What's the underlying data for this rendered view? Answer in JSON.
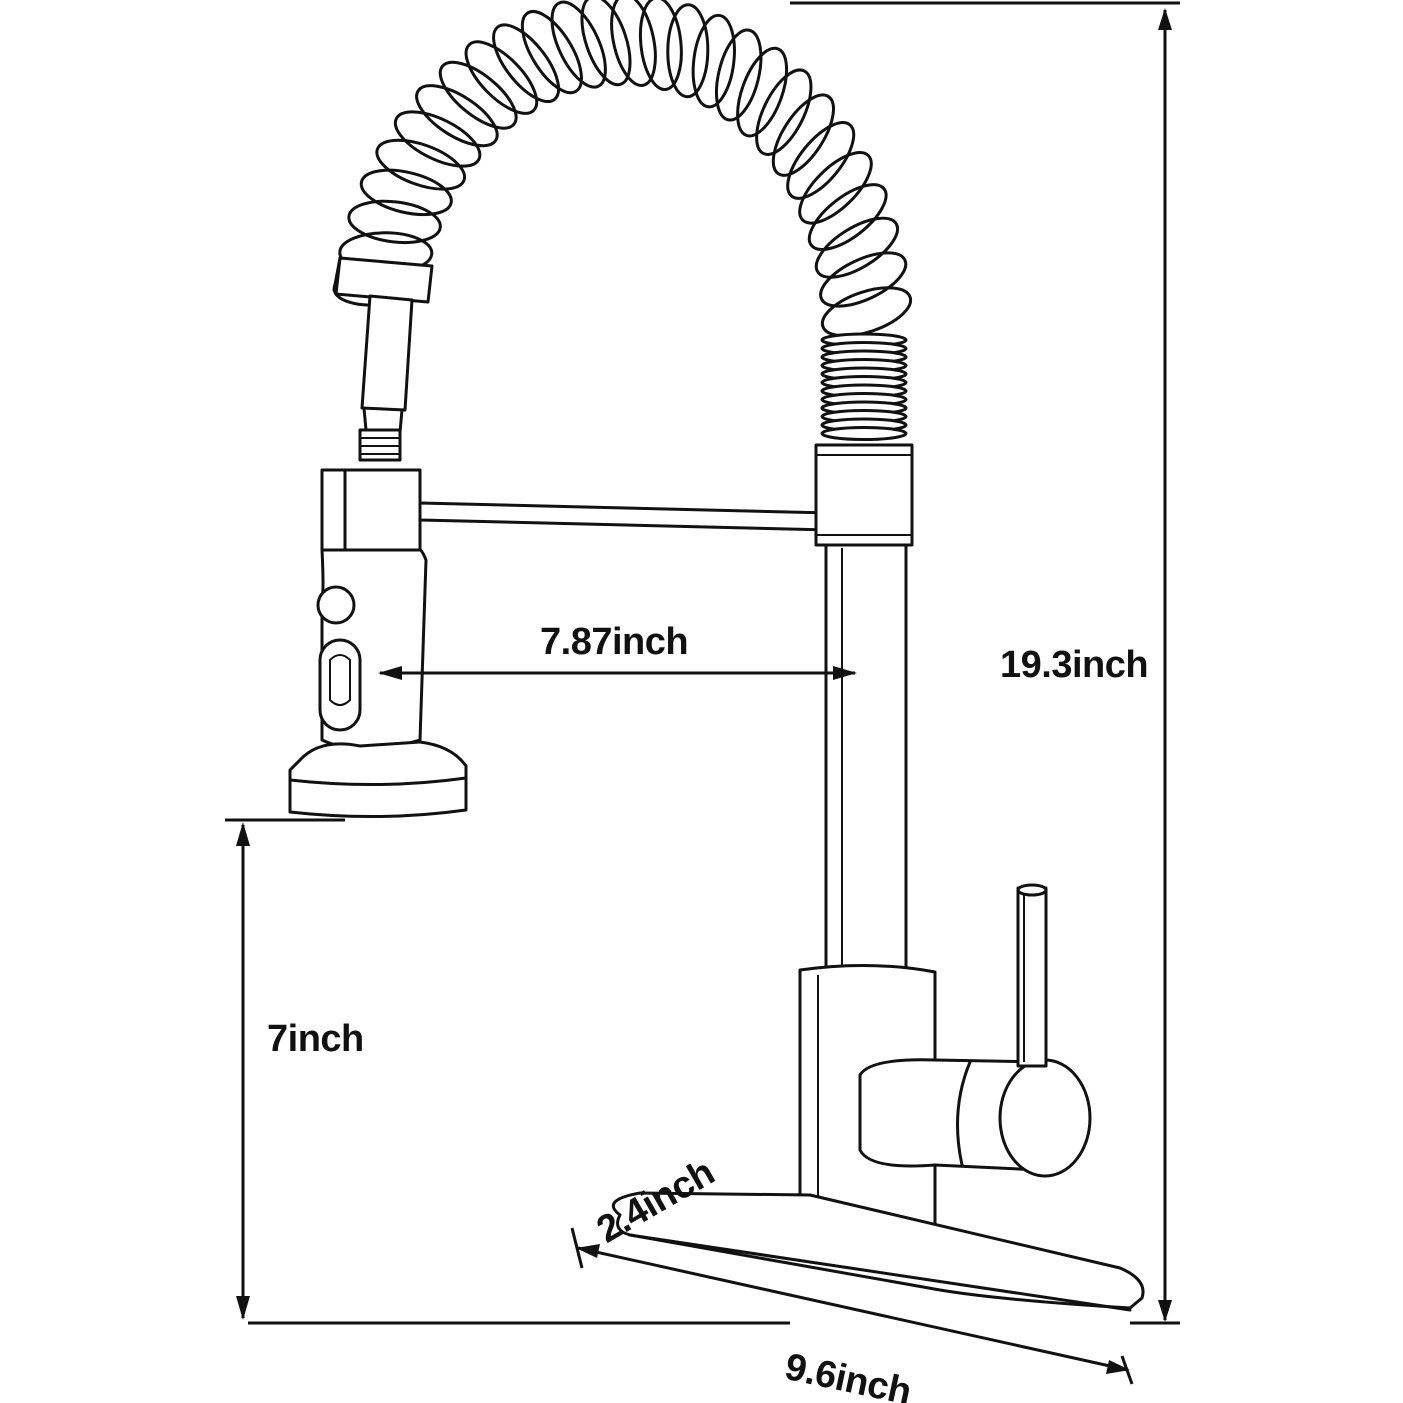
{
  "figure": {
    "subject": "pull-down kitchen faucet with spring spout",
    "line_color": "#111111",
    "background": "#ffffff"
  },
  "dimensions": {
    "total_height": "19.3inch",
    "spout_reach": "7.87inch",
    "spout_clearance": "7inch",
    "deck_plate_length": "9.6inch",
    "deck_plate_width": "2.4inch"
  }
}
